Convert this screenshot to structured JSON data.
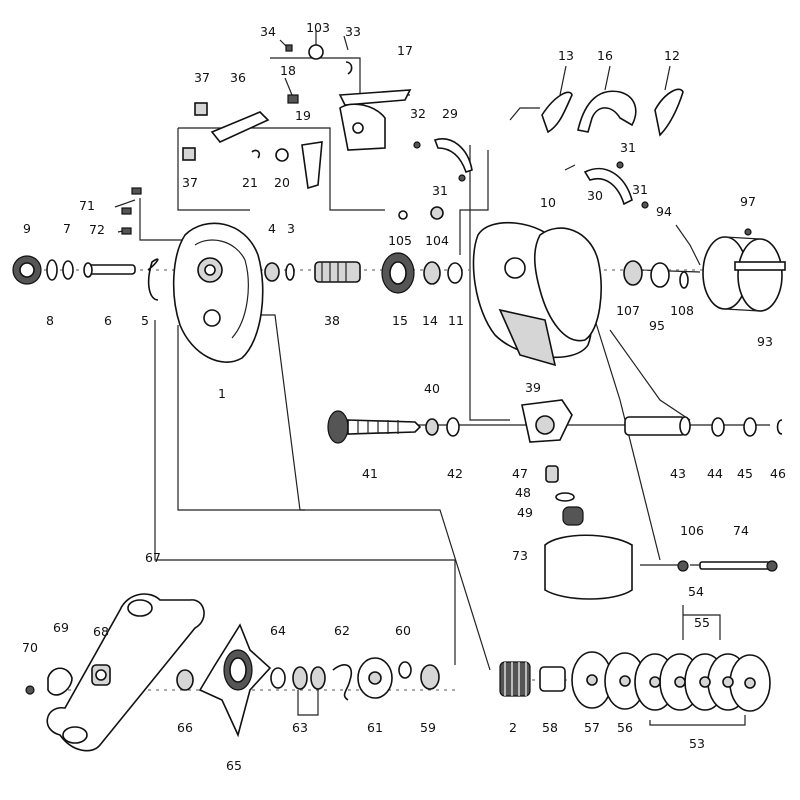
{
  "labels": [
    "1",
    "2",
    "3",
    "4",
    "5",
    "6",
    "7",
    "8",
    "9",
    "10",
    "11",
    "12",
    "13",
    "14",
    "15",
    "16",
    "17",
    "18",
    "19",
    "20",
    "21",
    "29",
    "30",
    "31",
    "31",
    "31",
    "32",
    "33",
    "34",
    "36",
    "37",
    "37",
    "38",
    "39",
    "40",
    "41",
    "42",
    "43",
    "44",
    "45",
    "46",
    "47",
    "48",
    "49",
    "53",
    "54",
    "55",
    "56",
    "57",
    "58",
    "59",
    "60",
    "61",
    "62",
    "63",
    "64",
    "65",
    "66",
    "67",
    "68",
    "69",
    "70",
    "71",
    "72",
    "73",
    "74",
    "93",
    "94",
    "95",
    "97",
    "103",
    "104",
    "105",
    "106",
    "107",
    "108"
  ]
}
